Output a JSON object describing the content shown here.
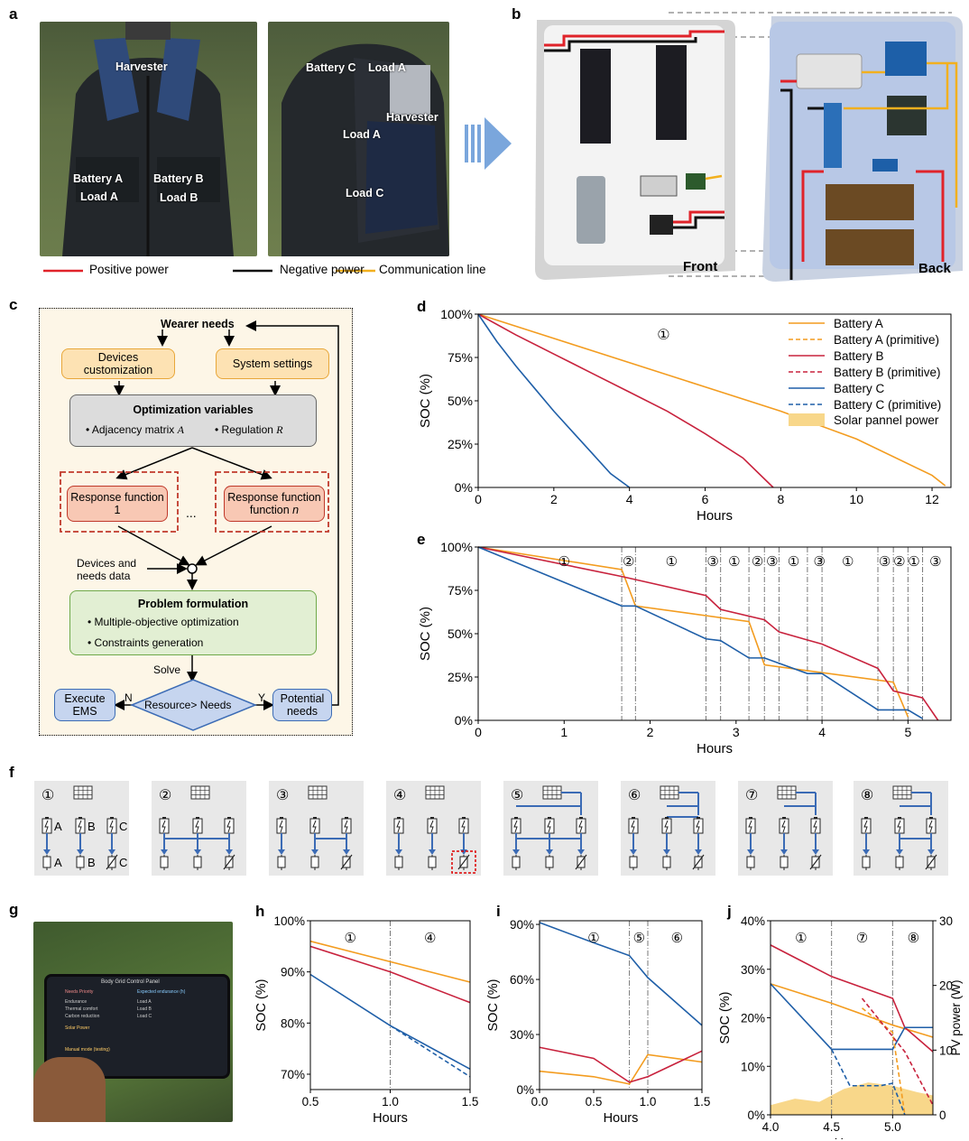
{
  "panel_labels": {
    "a": "a",
    "b": "b",
    "c": "c",
    "d": "d",
    "e": "e",
    "f": "f",
    "g": "g",
    "h": "h",
    "i": "i",
    "j": "j"
  },
  "panel_a": {
    "front_labels": {
      "harvester": "Harvester",
      "battery_a": "Battery A",
      "load_a": "Load A",
      "battery_b": "Battery B",
      "load_b": "Load B"
    },
    "back_labels": {
      "battery_c": "Battery C",
      "load_a_top": "Load A",
      "harvester": "Harvester",
      "load_a": "Load A",
      "load_c": "Load C"
    },
    "legend": {
      "positive": "Positive power",
      "negative": "Negative power",
      "communication": "Communication line"
    },
    "colors": {
      "positive": "#e0232a",
      "negative": "#111111",
      "communication": "#f2b01e"
    }
  },
  "panel_b": {
    "front": "Front",
    "back": "Back"
  },
  "panel_c": {
    "wearer_needs": "Wearer needs",
    "devices_customization": "Devices customization",
    "system_settings": "System settings",
    "optimization_variables": "Optimization variables",
    "adjacency": "Adjacency matrix",
    "adjacency_sym": "A",
    "regulation": "Regulation",
    "regulation_sym": "R",
    "response1": "Response function 1",
    "response_n_prefix": "Response function",
    "response_n_sym": "n",
    "ellipsis": "...",
    "devices_data": "Devices and needs data",
    "problem_formulation": "Problem formulation",
    "multi_obj": "Multiple-objective optimization",
    "constraints": "Constraints generation",
    "solve": "Solve",
    "decision": "Resource> Needs",
    "no": "N",
    "yes": "Y",
    "execute": "Execute EMS",
    "potential": "Potential needs"
  },
  "panel_d": {
    "chart_data": {
      "type": "line",
      "xlabel": "Hours",
      "ylabel": "SOC (%)",
      "xlim": [
        0,
        12.5
      ],
      "ylim": [
        0,
        100
      ],
      "xticks": [
        0,
        2,
        4,
        6,
        8,
        10,
        12
      ],
      "yticks": [
        "0%",
        "25%",
        "50%",
        "75%",
        "100%"
      ],
      "annotation": "①",
      "series": [
        {
          "name": "Battery A",
          "color": "#f39c1f",
          "x": [
            0,
            2,
            4,
            6,
            8,
            10,
            12,
            12.35
          ],
          "y": [
            100,
            86,
            72,
            58,
            44,
            28,
            7,
            1
          ]
        },
        {
          "name": "Battery A (primitive)",
          "color": "#f39c1f",
          "dashed": true,
          "x": [],
          "y": []
        },
        {
          "name": "Battery B",
          "color": "#c8223d",
          "x": [
            0,
            1,
            2,
            3,
            4,
            5,
            6,
            7,
            7.8
          ],
          "y": [
            100,
            88,
            77,
            66,
            55,
            44,
            31,
            17,
            0
          ]
        },
        {
          "name": "Battery B (primitive)",
          "color": "#c8223d",
          "dashed": true,
          "x": [],
          "y": []
        },
        {
          "name": "Battery C",
          "color": "#1f5fa8",
          "x": [
            0,
            0.5,
            1,
            1.5,
            2,
            2.5,
            3,
            3.5,
            4
          ],
          "y": [
            100,
            84,
            70,
            57,
            44,
            32,
            20,
            8,
            0
          ]
        },
        {
          "name": "Battery C (primitive)",
          "color": "#1f5fa8",
          "dashed": true,
          "x": [],
          "y": []
        }
      ],
      "legend_extra": "Solar pannel power",
      "legend_extra_color": "#f8d78a"
    }
  },
  "panel_e": {
    "chart_data": {
      "type": "line",
      "xlabel": "Hours",
      "ylabel": "SOC (%)",
      "xlim": [
        0,
        5.5
      ],
      "ylim": [
        0,
        100
      ],
      "xticks": [
        0,
        1,
        2,
        3,
        4,
        5
      ],
      "yticks": [
        "0%",
        "25%",
        "50%",
        "75%",
        "100%"
      ],
      "mode_markers": [
        {
          "x": 1.0,
          "label": "①"
        },
        {
          "x": 1.75,
          "label": "②"
        },
        {
          "x": 2.25,
          "label": "①"
        },
        {
          "x": 2.73,
          "label": "③"
        },
        {
          "x": 2.98,
          "label": "①"
        },
        {
          "x": 3.25,
          "label": "②"
        },
        {
          "x": 3.42,
          "label": "③"
        },
        {
          "x": 3.67,
          "label": "①"
        },
        {
          "x": 3.97,
          "label": "③"
        },
        {
          "x": 4.3,
          "label": "①"
        },
        {
          "x": 4.73,
          "label": "③"
        },
        {
          "x": 4.9,
          "label": "②"
        },
        {
          "x": 5.07,
          "label": "①"
        },
        {
          "x": 5.32,
          "label": "③"
        }
      ],
      "vlines": [
        1.67,
        1.83,
        2.65,
        2.82,
        3.15,
        3.33,
        3.5,
        3.83,
        4.0,
        4.65,
        4.83,
        5.0,
        5.17
      ],
      "series": [
        {
          "name": "Battery A",
          "color": "#f39c1f",
          "x": [
            0,
            1.67,
            1.83,
            3.15,
            3.33,
            4.83,
            5.0
          ],
          "y": [
            100,
            87,
            66,
            57,
            32,
            22,
            2
          ]
        },
        {
          "name": "Battery B",
          "color": "#c8223d",
          "x": [
            0,
            1.67,
            2.65,
            2.82,
            3.33,
            3.5,
            4.0,
            4.65,
            4.83,
            5.17,
            5.35
          ],
          "y": [
            100,
            83,
            72,
            64,
            58,
            51,
            44,
            30,
            17,
            13,
            0
          ]
        },
        {
          "name": "Battery C",
          "color": "#1f5fa8",
          "x": [
            0,
            1.67,
            1.83,
            2.65,
            2.82,
            3.15,
            3.33,
            3.83,
            4.0,
            4.65,
            4.83,
            5.0,
            5.17
          ],
          "y": [
            100,
            66,
            66,
            47,
            46,
            36,
            36,
            27,
            27,
            6,
            6,
            6,
            1
          ]
        }
      ]
    }
  },
  "panel_f": {
    "modes": [
      "①",
      "②",
      "③",
      "④",
      "⑤",
      "⑥",
      "⑦",
      "⑧"
    ],
    "battery_labels": [
      "A",
      "B",
      "C"
    ],
    "load_labels": [
      "A",
      "B",
      "C"
    ]
  },
  "panel_g": {
    "title": "Body Grid Control Panel",
    "needs_priority": "Needs Priority",
    "expected": "Expected endurance (h)",
    "rows": [
      "Endurance",
      "Thermal comfort",
      "Carbon reduction"
    ],
    "loads": [
      "Load A",
      "Load B",
      "Load C"
    ],
    "solar": "Solar Power",
    "manual": "Manual mode (testing)"
  },
  "panel_h": {
    "chart_data": {
      "type": "line",
      "xlabel": "Hours",
      "ylabel": "SOC (%)",
      "xlim": [
        0.5,
        1.5
      ],
      "ylim": [
        67,
        100
      ],
      "xticks": [
        0.5,
        1.0,
        1.5
      ],
      "yticks": [
        "70%",
        "80%",
        "90%",
        "100%"
      ],
      "annotations": [
        "①",
        "④"
      ],
      "vline": 1.0,
      "series": [
        {
          "name": "Battery A",
          "color": "#f39c1f",
          "x": [
            0.5,
            1.5
          ],
          "y": [
            96,
            88
          ]
        },
        {
          "name": "Battery B",
          "color": "#c8223d",
          "x": [
            0.5,
            1.0,
            1.5
          ],
          "y": [
            95,
            90,
            84
          ]
        },
        {
          "name": "Battery C",
          "color": "#1f5fa8",
          "x": [
            0.5,
            1.0,
            1.5
          ],
          "y": [
            89.5,
            79.5,
            71
          ]
        },
        {
          "name": "Battery C (primitive)",
          "color": "#1f5fa8",
          "dashed": true,
          "x": [
            1.0,
            1.5
          ],
          "y": [
            79.5,
            69.5
          ]
        }
      ]
    }
  },
  "panel_i": {
    "chart_data": {
      "type": "line",
      "xlabel": "Hours",
      "ylabel": "SOC (%)",
      "xlim": [
        0,
        1.5
      ],
      "ylim": [
        0,
        92
      ],
      "xticks": [
        0.0,
        0.5,
        1.0,
        1.5
      ],
      "yticks": [
        "0%",
        "30%",
        "60%",
        "90%"
      ],
      "annotations": [
        "①",
        "⑤",
        "⑥"
      ],
      "vlines": [
        0.83,
        1.0
      ],
      "series": [
        {
          "name": "Battery A",
          "color": "#f39c1f",
          "x": [
            0,
            0.5,
            0.83,
            1.0,
            1.5
          ],
          "y": [
            10,
            7,
            3,
            19,
            15
          ]
        },
        {
          "name": "Battery B",
          "color": "#c8223d",
          "x": [
            0,
            0.5,
            0.83,
            1.0,
            1.5
          ],
          "y": [
            23,
            17,
            4,
            7,
            21
          ]
        },
        {
          "name": "Battery C",
          "color": "#1f5fa8",
          "x": [
            0,
            0.5,
            0.83,
            1.0,
            1.5
          ],
          "y": [
            91,
            80,
            73,
            61,
            35
          ]
        }
      ]
    }
  },
  "panel_j": {
    "chart_data": {
      "type": "line",
      "xlabel": "Hours",
      "ylabel": "SOC (%)",
      "ylabel2": "PV power (W)",
      "xlim": [
        4.0,
        5.33
      ],
      "ylim": [
        0,
        40
      ],
      "y2lim": [
        0,
        30
      ],
      "xticks": [
        4.0,
        4.5,
        5.0
      ],
      "yticks": [
        "0%",
        "10%",
        "20%",
        "30%",
        "40%"
      ],
      "y2ticks": [
        0,
        10,
        20,
        30
      ],
      "annotations": [
        "①",
        "⑦",
        "⑧"
      ],
      "vlines": [
        4.5,
        5.0
      ],
      "series": [
        {
          "name": "Battery A",
          "color": "#f39c1f",
          "x": [
            4.0,
            4.5,
            5.0,
            5.33
          ],
          "y": [
            27,
            23,
            18.5,
            16
          ]
        },
        {
          "name": "Battery B",
          "color": "#c8223d",
          "x": [
            4.0,
            4.5,
            5.0,
            5.1,
            5.33
          ],
          "y": [
            35,
            28.5,
            24,
            18,
            13
          ]
        },
        {
          "name": "Battery C",
          "color": "#1f5fa8",
          "x": [
            4.0,
            4.5,
            5.0,
            5.1,
            5.33
          ],
          "y": [
            27,
            13.5,
            13.5,
            18,
            18
          ]
        },
        {
          "name": "Battery A (primitive)",
          "color": "#f39c1f",
          "dashed": true,
          "x": [
            4.75,
            5.0,
            5.1
          ],
          "y": [
            22,
            17,
            0
          ]
        },
        {
          "name": "Battery B (primitive)",
          "color": "#c8223d",
          "dashed": true,
          "x": [
            4.75,
            5.1,
            5.33
          ],
          "y": [
            24,
            13,
            2
          ]
        },
        {
          "name": "Battery C (primitive)",
          "color": "#1f5fa8",
          "dashed": true,
          "x": [
            4.5,
            4.65,
            4.9,
            5.0,
            5.1
          ],
          "y": [
            13.5,
            6,
            6,
            6.5,
            0
          ]
        }
      ],
      "pv_power": {
        "color": "#f8d78a",
        "x": [
          4.0,
          4.2,
          4.4,
          4.6,
          4.8,
          5.0,
          5.2,
          5.33
        ],
        "y": [
          1.5,
          2.5,
          2,
          4,
          5,
          4.5,
          3.5,
          3
        ]
      }
    }
  }
}
